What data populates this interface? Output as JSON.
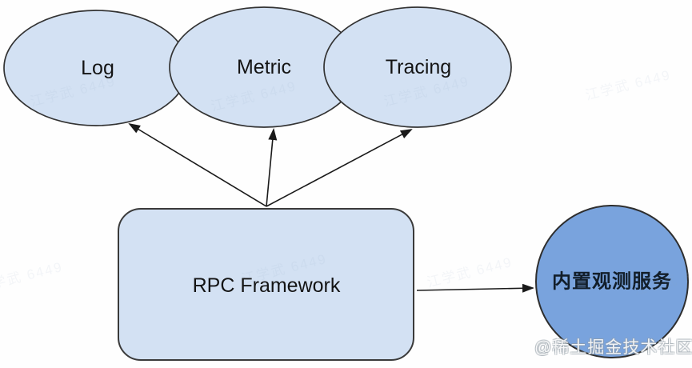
{
  "diagram": {
    "nodes": {
      "log": {
        "label": "Log",
        "shape": "ellipse"
      },
      "metric": {
        "label": "Metric",
        "shape": "ellipse"
      },
      "tracing": {
        "label": "Tracing",
        "shape": "ellipse"
      },
      "rpc_framework": {
        "label": "RPC Framework",
        "shape": "rounded-rectangle"
      },
      "builtin_observe_service": {
        "label": "内置观测服务",
        "shape": "circle"
      }
    },
    "edges": [
      {
        "from": "rpc_framework",
        "to": "log"
      },
      {
        "from": "rpc_framework",
        "to": "metric"
      },
      {
        "from": "rpc_framework",
        "to": "tracing"
      },
      {
        "from": "rpc_framework",
        "to": "builtin_observe_service"
      }
    ],
    "colors": {
      "light_node_fill": "#d3e1f3",
      "blue_node_fill": "#79a3dd",
      "node_stroke": "#333333",
      "arrow": "#1a1a1a",
      "label": "#141414",
      "cjk_label": "#121e2a"
    }
  },
  "watermarks": {
    "background_text": "江学武 6449",
    "brand_text": "@稀土掘金技术社区"
  }
}
